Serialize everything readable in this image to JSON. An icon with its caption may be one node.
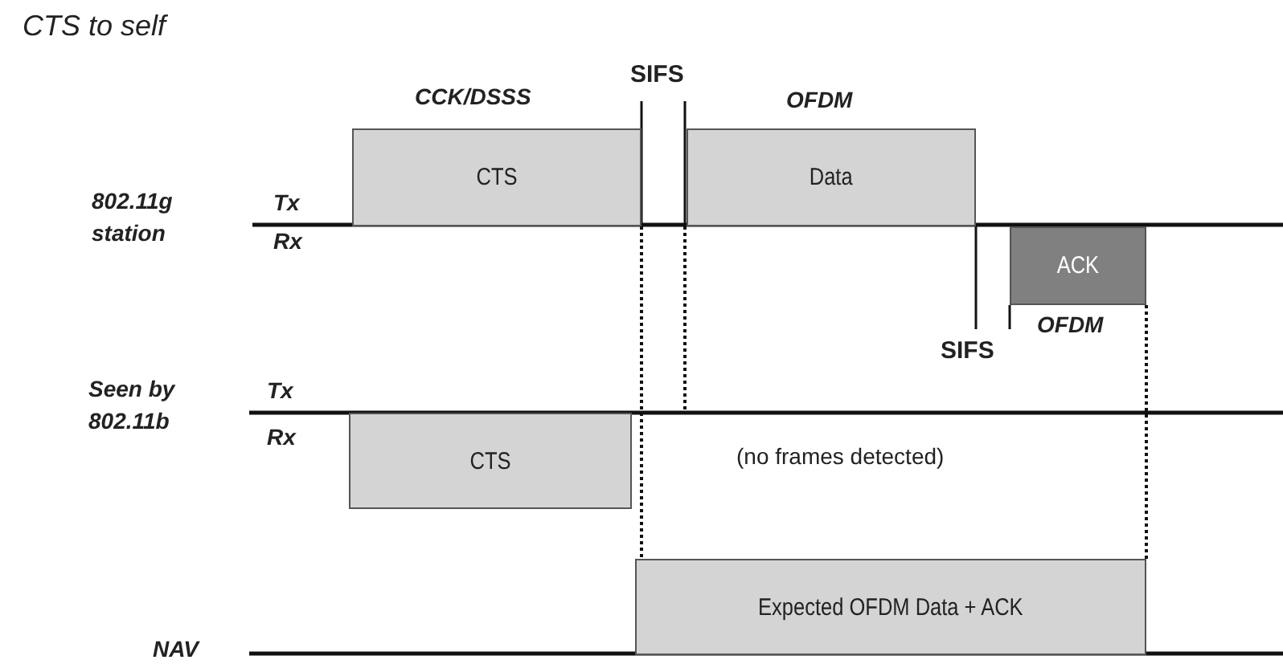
{
  "diagram": {
    "title": "CTS to self",
    "nodes": [
      {
        "text": [
          "CTS"
        ],
        "beside": [
          "CCK/DSSS"
        ]
      },
      {
        "text": [
          "Data"
        ],
        "beside": [
          "OFDM"
        ]
      },
      {
        "text": [
          "ACK"
        ],
        "beside": [
          "OFDM"
        ]
      },
      {
        "text": [
          "CTS"
        ]
      },
      {
        "text": [
          "Expected OFDM Data + ACK"
        ]
      }
    ],
    "labels": [
      "SIFS",
      "802.11g station",
      "Tx",
      "Rx",
      "SIFS",
      "Seen by 802.11b",
      "Tx",
      "Rx",
      "(no frames detected)",
      "NAV"
    ]
  }
}
